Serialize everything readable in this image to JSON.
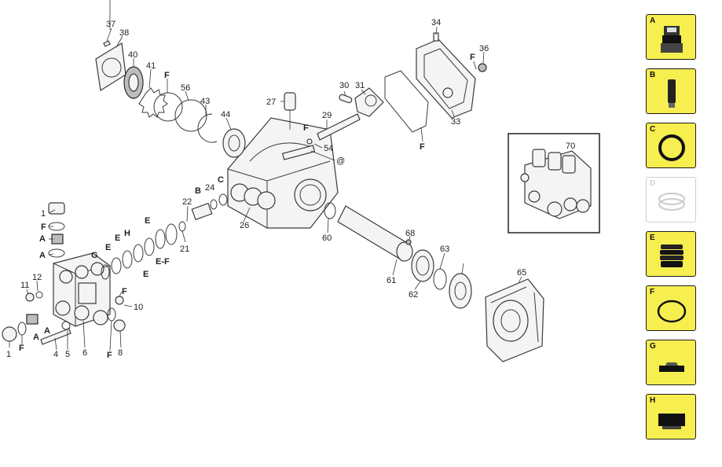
{
  "callouts": {
    "n1a": "1",
    "n1b": "1",
    "F_a": "F",
    "A_a": "A",
    "A_b": "A",
    "n11": "11",
    "n12": "12",
    "A_c": "A",
    "A_d": "A",
    "F_b": "F",
    "n4": "4",
    "n5": "5",
    "n6": "6",
    "F_c": "F",
    "n10": "10",
    "F_d": "F",
    "n8": "8",
    "G": "G",
    "E_a": "E",
    "E_b": "E",
    "H": "H",
    "E_c": "E",
    "E_d": "E",
    "EF": "E-F",
    "n21": "21",
    "n22": "22",
    "B": "B",
    "n24": "24",
    "C": "C",
    "n26": "26",
    "n27": "27",
    "F_e": "F",
    "n54": "54",
    "at": "@",
    "n29": "29",
    "n30": "30",
    "n31": "31",
    "n37": "37",
    "n38": "38",
    "n40": "40",
    "n41": "41",
    "F_f": "F",
    "n56": "56",
    "n43": "43",
    "n44": "44",
    "n34": "34",
    "F_g": "F",
    "n36": "36",
    "n33": "33",
    "F_h": "F",
    "n60": "60",
    "n68": "68",
    "n61": "61",
    "n62": "62",
    "n63": "63",
    "n65": "65",
    "n70": "70"
  },
  "legend": [
    {
      "letter": "A",
      "icon": "valve-cage-icon",
      "faded": false
    },
    {
      "letter": "B",
      "icon": "cylinder-pin-icon",
      "faded": false
    },
    {
      "letter": "C",
      "icon": "o-ring-thick-icon",
      "faded": false
    },
    {
      "letter": "D",
      "icon": "seal-ring-faded-icon",
      "faded": true
    },
    {
      "letter": "E",
      "icon": "stacked-seal-icon",
      "faded": false
    },
    {
      "letter": "F",
      "icon": "o-ring-thin-icon",
      "faded": false
    },
    {
      "letter": "G",
      "icon": "flat-gasket-icon",
      "faded": false
    },
    {
      "letter": "H",
      "icon": "wide-gasket-icon",
      "faded": false
    }
  ],
  "colors": {
    "legend_bg": "#f7ee4f",
    "legend_border": "#1b1b1b",
    "line": "#3a3a3a"
  }
}
